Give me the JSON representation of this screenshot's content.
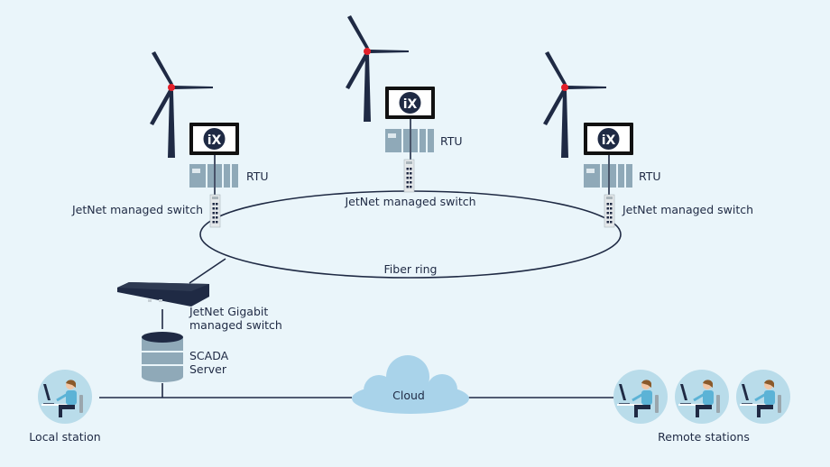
{
  "turbines": [
    {
      "rtu_label": "RTU",
      "switch_label": "JetNet managed switch",
      "logo": "iX"
    },
    {
      "rtu_label": "RTU",
      "switch_label": "JetNet managed switch",
      "logo": "iX"
    },
    {
      "rtu_label": "RTU",
      "switch_label": "JetNet managed switch",
      "logo": "iX"
    }
  ],
  "ring_label": "Fiber ring",
  "gigabit_switch": {
    "line1": "JetNet Gigabit",
    "line2": "managed switch"
  },
  "server": {
    "line1": "SCADA",
    "line2": "Server"
  },
  "cloud_label": "Cloud",
  "local_station_label": "Local station",
  "remote_stations_label": "Remote stations",
  "colors": {
    "background": "#eaf5fa",
    "navy": "#1f2a44",
    "equipment": "#8fa9b8",
    "hub": "#e3202a",
    "person_circle": "#b9dcea"
  }
}
